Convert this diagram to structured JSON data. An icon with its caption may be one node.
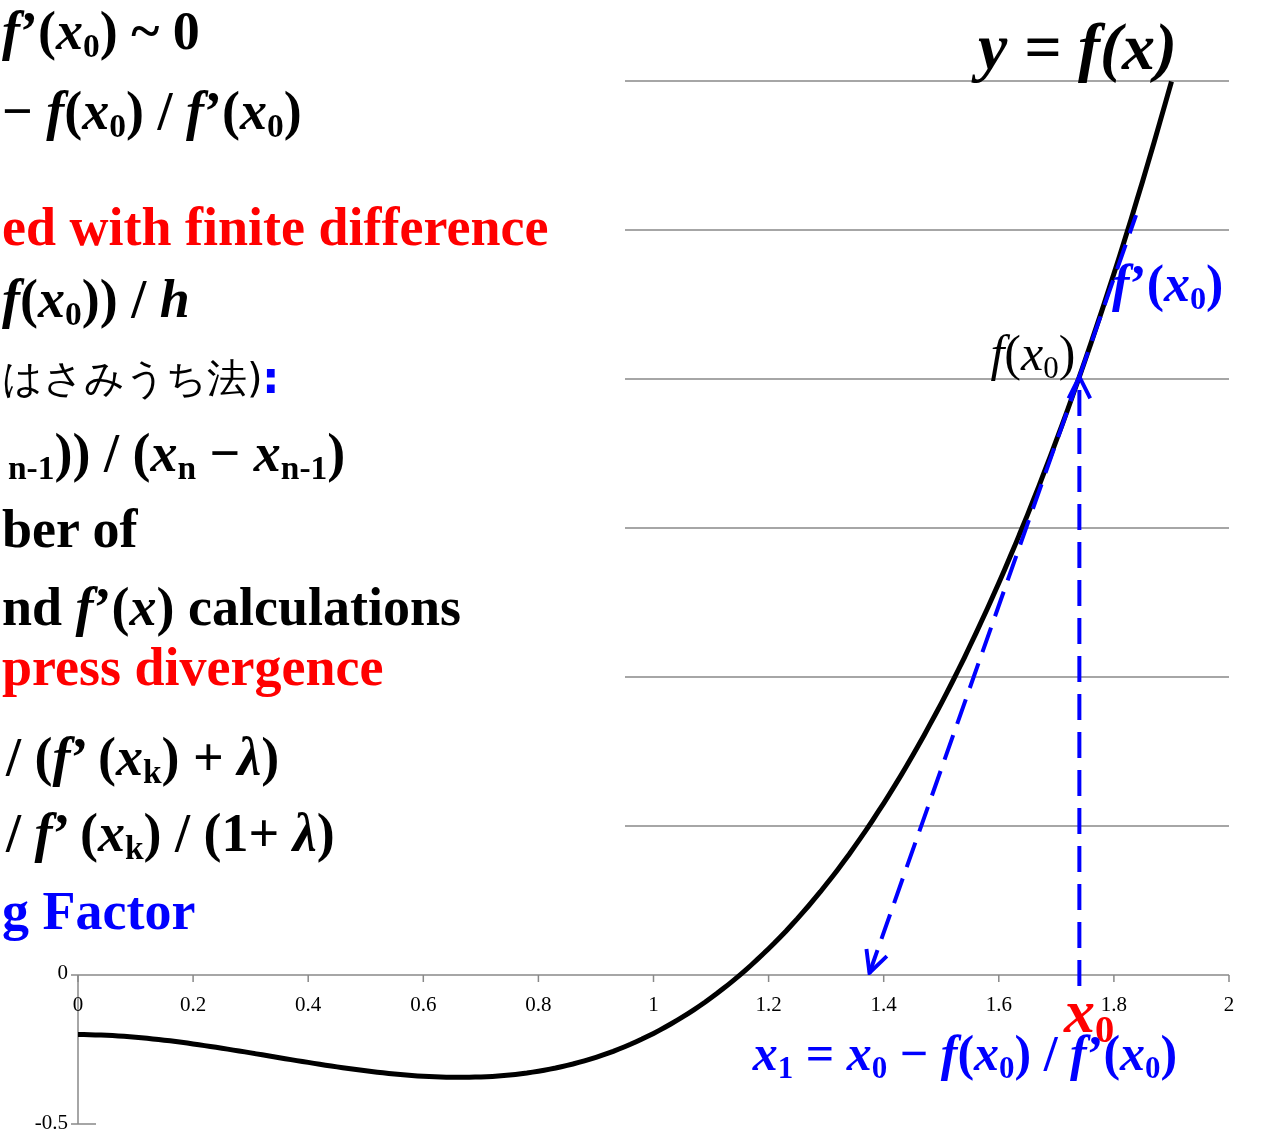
{
  "diagram": {
    "nodes": [
      {
        "text": [
          "*f*(*x*$_{0}$)"
        ]
      },
      {
        "text": [
          "*x*$_{0}$"
        ]
      },
      {
        "text": [
          "*x*$_{1}$ = *x*$_{0}$ − *f*(*x*$_{0}$) / *f*’(*x*$_{0}$)"
        ]
      }
    ],
    "edges": [
      {
        "from": 1,
        "to": 0,
        "arrow": "to",
        "style": "dashed",
        "color": "#0000ff"
      },
      {
        "from": 0,
        "to": 2,
        "arrow": "to",
        "style": "dashed",
        "color": "#0000ff"
      }
    ],
    "labels": [
      "*f*’(*x*$_{0}$) ~ 0",
      "− *f*(*x*$_{0}$) / *f*’(*x*$_{0}$)",
      "ed with finite difference",
      "*f*(*x*$_{0}$)) / *h*",
      "はさみうち法)",
      ":",
      "$_{n-1}$)) / (*x*$_{n}$ − *x*$_{n-1}$)",
      "ber of",
      "nd *f*’(*x*) calculations",
      "press divergence",
      "/ (*f*’ (*x*$_{k}$) + *λ*)",
      "/ *f*’ (*x*$_{k}$) / (1+ *λ*)",
      "g Factor",
      "*y* = *f*(*x*)",
      "*f*’(*x*$_{0}$)",
      "0",
      "-0.5",
      "0",
      "0.2",
      "0.4",
      "0.6",
      "0.8",
      "1",
      "1.2",
      "1.4",
      "1.6",
      "1.8",
      "2"
    ]
  }
}
